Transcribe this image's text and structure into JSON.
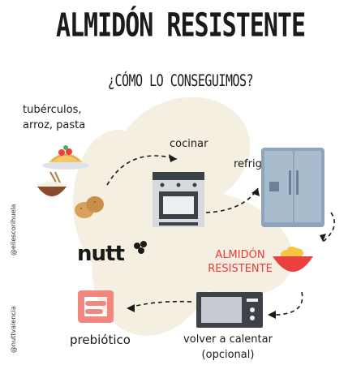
{
  "title": "ALMIDÓN RESISTENTE",
  "subtitle": "¿CÓMO LO CONSEGUIMOS?",
  "steps": {
    "source": "tubérculos,\narroz, pasta",
    "cook": "cocinar",
    "refrigerate": "refrigerar",
    "result": "ALMIDÓN\nRESISTENTE",
    "reheat": "volver a calentar\n(opcional)",
    "prebiotic": "prebiótico"
  },
  "brand": {
    "logo_text": "nutt",
    "handle_1": "@eliescorihuela",
    "handle_2": "@nuttvalencia"
  },
  "colors": {
    "blob": "#f4efe1",
    "accent_red": "#e53b3b",
    "fridge": "#8aa0b4",
    "oven": "#c9ccd2",
    "bowl": "#e8413f",
    "intestine": "#f2877f"
  }
}
